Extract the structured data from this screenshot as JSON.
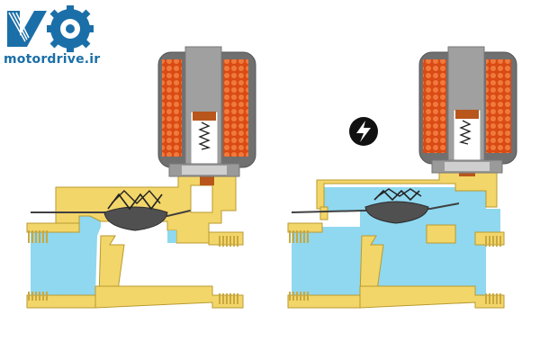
{
  "brand": {
    "name": "motordrive.ir",
    "logo_icon": "gear-logo-icon",
    "color": "#1b6fa8"
  },
  "diagram": {
    "panels": [
      {
        "state": "de-energized",
        "diaphragm": "closed",
        "icon": "none"
      },
      {
        "state": "energized",
        "diaphragm": "open",
        "icon": "lightning-bolt-icon"
      }
    ],
    "colors": {
      "body": "#f3d66a",
      "body_edge": "#b89a2e",
      "fluid": "#8fd8f0",
      "coil_casing": "#707070",
      "coil_wire": "#e2581c",
      "diaphragm": "#505050",
      "plunger": "#c8c8c8",
      "plunger_tip": "#b8561c"
    }
  }
}
